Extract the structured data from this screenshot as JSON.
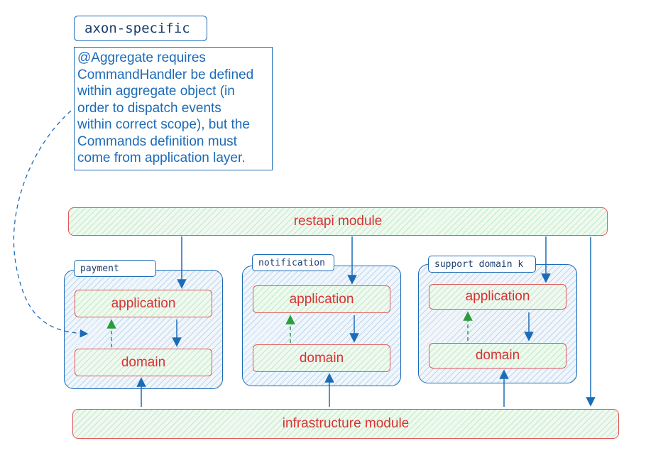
{
  "note": {
    "tag": "axon-specific",
    "lines": [
      "@Aggregate requires",
      "CommandHandler be defined",
      "within aggregate object (in",
      "order to dispatch events",
      "within correct scope), but the",
      "Commands definition must",
      "come from application layer."
    ]
  },
  "modules": {
    "top": "restapi module",
    "bottom": "infrastructure module"
  },
  "domains": [
    {
      "tag": "payment",
      "application": "application",
      "domain": "domain"
    },
    {
      "tag": "notification",
      "application": "application",
      "domain": "domain"
    },
    {
      "tag": "support domain k",
      "application": "application",
      "domain": "domain"
    }
  ],
  "colors": {
    "blue": "#1c6bb8",
    "red": "#d93232",
    "green_arrow": "#2a9d3a"
  }
}
